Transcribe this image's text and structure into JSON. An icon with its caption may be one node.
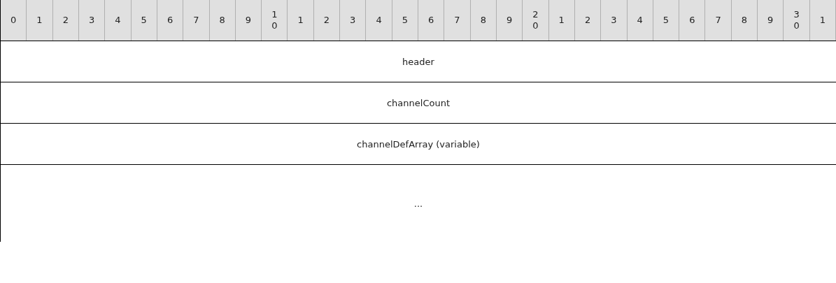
{
  "diagram": {
    "labels": [
      "0",
      "1",
      "2",
      "3",
      "4",
      "5",
      "6",
      "7",
      "8",
      "9",
      "10",
      "1",
      "2",
      "3",
      "4",
      "5",
      "6",
      "7",
      "8",
      "9",
      "20",
      "1",
      "2",
      "3",
      "4",
      "5",
      "6",
      "7",
      "8",
      "9",
      "30",
      "1",
      "header",
      "channelCount",
      "channelDefArray (variable)",
      "..."
    ]
  }
}
